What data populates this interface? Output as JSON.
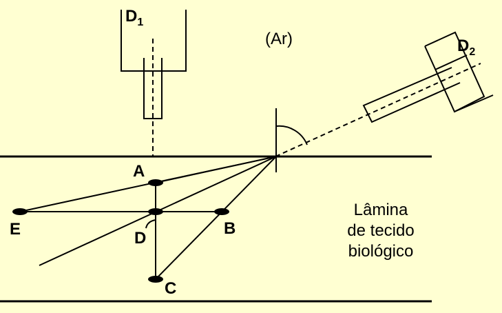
{
  "detectors": {
    "d1": {
      "letter": "D",
      "index": "1"
    },
    "d2": {
      "letter": "D",
      "index": "2"
    }
  },
  "medium_label": "(Ar)",
  "points": {
    "a": "A",
    "b": "B",
    "c": "C",
    "d": "D",
    "e": "E"
  },
  "tissue_label": {
    "line1": "Lâmina",
    "line2": "de tecido",
    "line3": "biológico"
  },
  "colors": {
    "background": "#ffffd2",
    "ink": "#000000"
  }
}
